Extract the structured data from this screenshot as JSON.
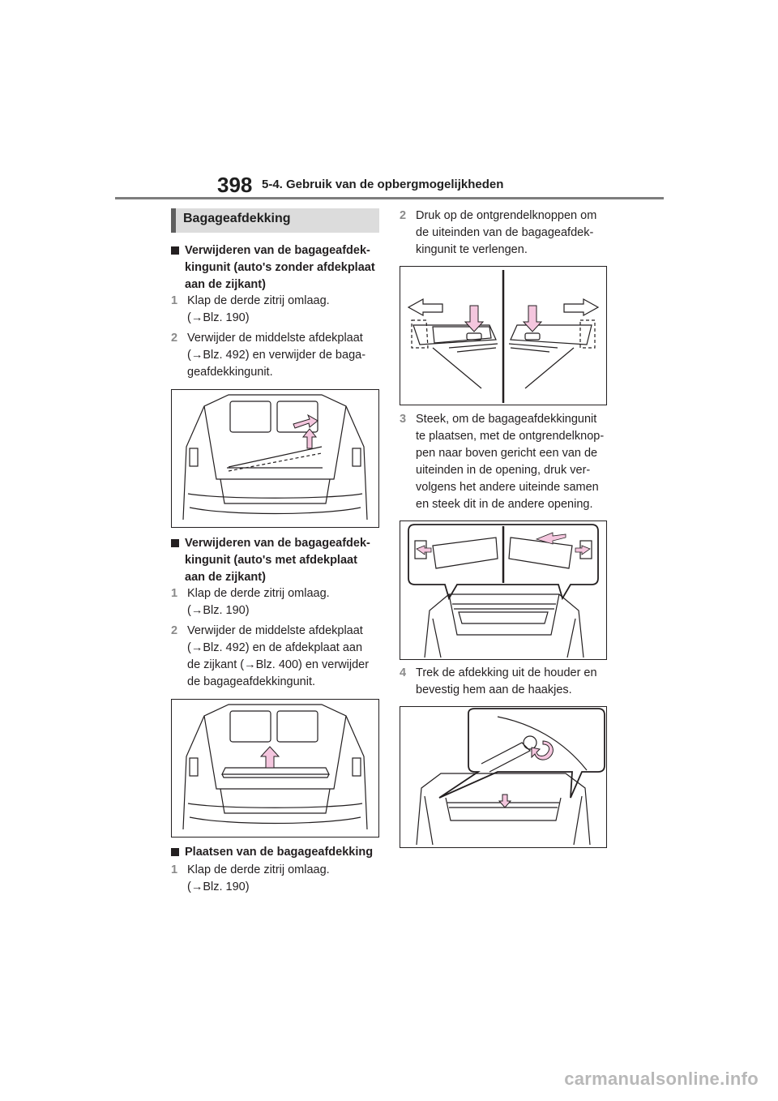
{
  "header": {
    "page_number": "398",
    "section_title": "5-4. Gebruik van de opbergmogelijkheden"
  },
  "section_bar": "Bagageafdekking",
  "left_column": {
    "heading1": [
      "Verwijderen van de bagageafdek-",
      "kingunit (auto's zonder afdekplaat",
      "aan de zijkant)"
    ],
    "h1_step1": {
      "num": "1",
      "lines": [
        "Klap de derde zitrij omlaag.",
        "(→Blz. 190)"
      ]
    },
    "h1_step2": {
      "num": "2",
      "lines": [
        "Verwijder de middelste afdekplaat",
        "(→Blz. 492) en verwijder de baga-",
        "geafdekkingunit."
      ]
    },
    "heading2": [
      "Verwijderen van de bagageafdek-",
      "kingunit (auto's met afdekplaat",
      "aan de zijkant)"
    ],
    "h2_step1": {
      "num": "1",
      "lines": [
        "Klap de derde zitrij omlaag.",
        "(→Blz. 190)"
      ]
    },
    "h2_step2": {
      "num": "2",
      "lines": [
        "Verwijder de middelste afdekplaat",
        "(→Blz. 492) en de afdekplaat aan",
        "de zijkant (→Blz. 400) en verwijder",
        "de bagageafdekkingunit."
      ]
    },
    "heading3": [
      "Plaatsen van de bagageafdekking"
    ],
    "h3_step1": {
      "num": "1",
      "lines": [
        "Klap de derde zitrij omlaag.",
        "(→Blz. 190)"
      ]
    }
  },
  "right_column": {
    "step2": {
      "num": "2",
      "lines": [
        "Druk op de ontgrendelknoppen om",
        "de uiteinden van de bagageafdek-",
        "kingunit te verlengen."
      ]
    },
    "step3": {
      "num": "3",
      "lines": [
        "Steek, om de bagageafdekkingunit",
        "te plaatsen, met de ontgrendelknop-",
        "pen naar boven gericht een van de",
        "uiteinden in de opening, druk ver-",
        "volgens het andere uiteinde samen",
        "en steek dit in de andere opening."
      ]
    },
    "step4": {
      "num": "4",
      "lines": [
        "Trek de afdekking uit de houder en",
        "bevestig hem aan de haakjes."
      ]
    }
  },
  "colors": {
    "arrow_fill": "#f4c6de",
    "arrow_stroke": "#231f20",
    "gray_step": "#8a8a8a"
  },
  "watermark": "carmanualsonline.info"
}
